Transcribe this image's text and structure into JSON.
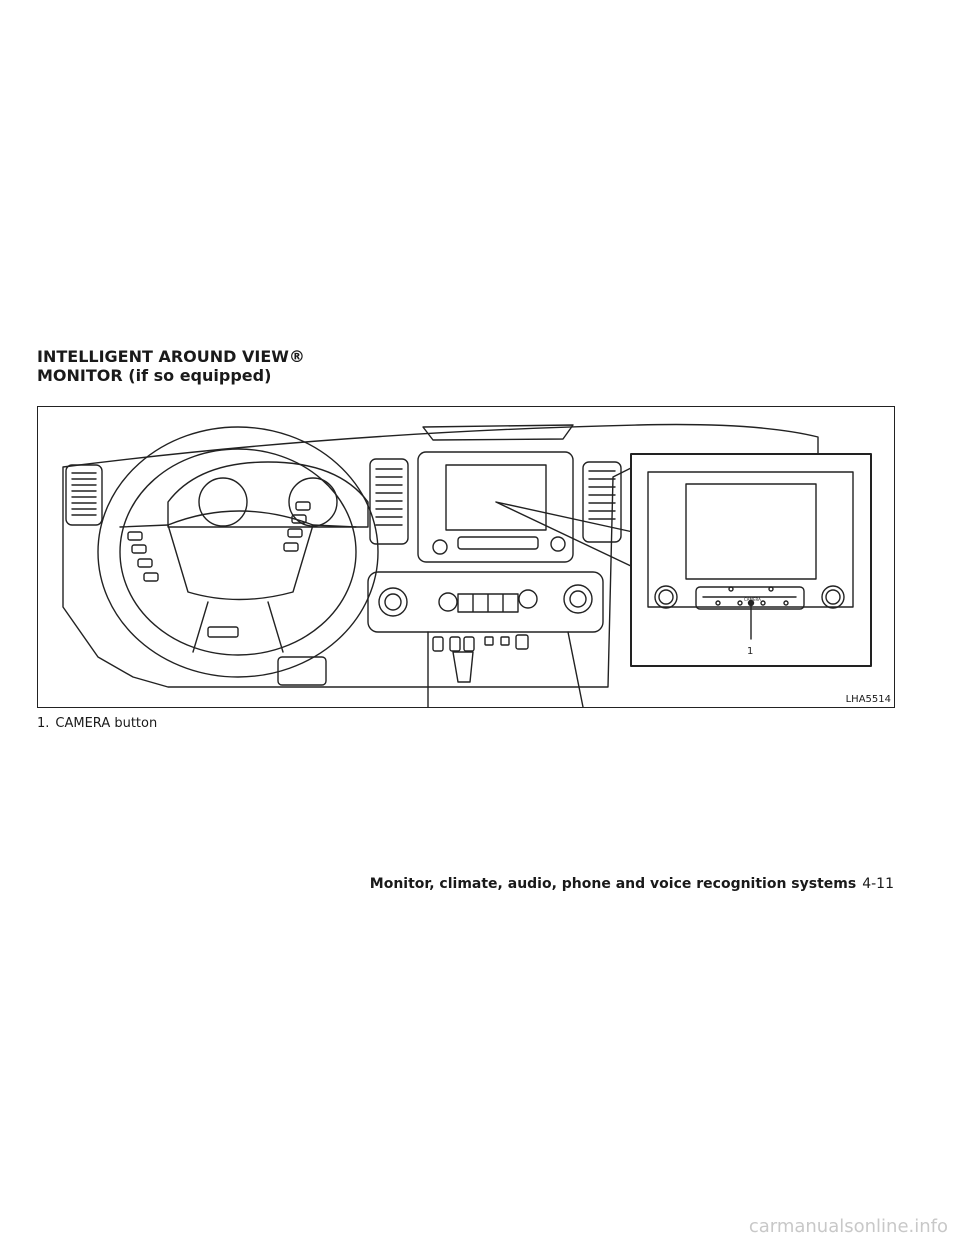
{
  "section": {
    "title_line1": "INTELLIGENT AROUND VIEW®",
    "title_line2": "MONITOR (if so equipped)"
  },
  "figure": {
    "code": "LHA5514",
    "callout_number": "1",
    "button_label": "CAMERA"
  },
  "caption": {
    "number": "1.",
    "text": "CAMERA button"
  },
  "footer": {
    "chapter": "Monitor, climate, audio, phone and voice recognition systems",
    "page": "4-11"
  },
  "watermark": "carmanualsonline.info"
}
